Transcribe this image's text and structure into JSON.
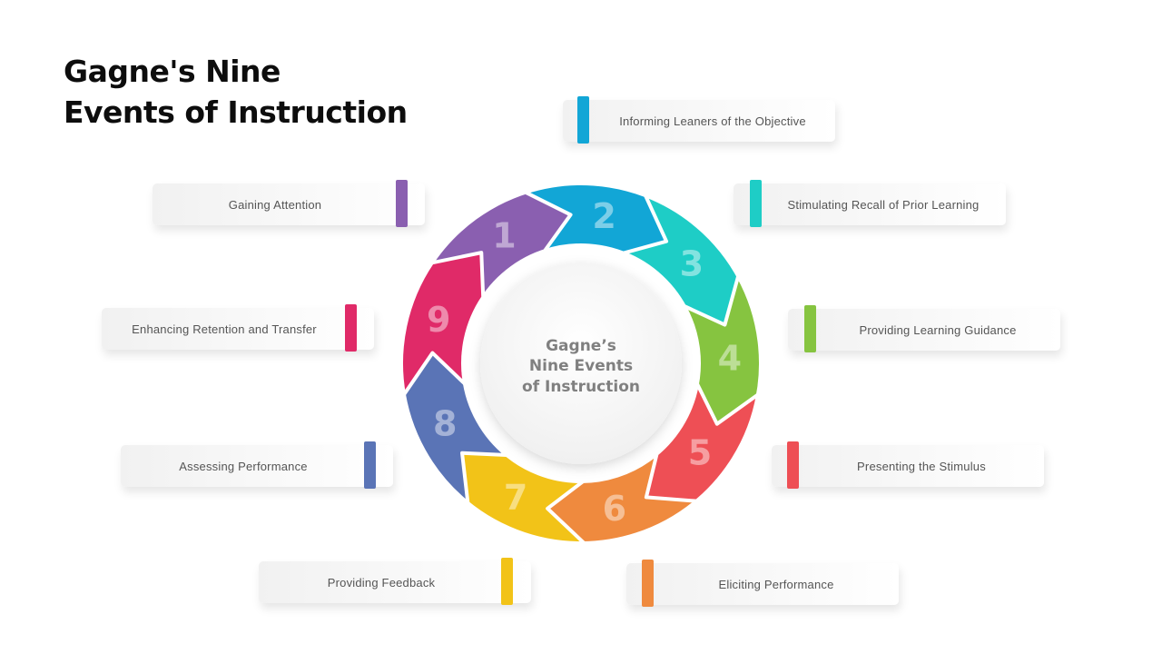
{
  "title": {
    "line1": "Gagne's Nine",
    "line2": "Events of Instruction"
  },
  "center": {
    "line1": "Gagne’s",
    "line2": "Nine Events",
    "line3": "of Instruction"
  },
  "events": [
    {
      "number": "1",
      "label": "Gaining Attention",
      "color": "#8a5fb0"
    },
    {
      "number": "2",
      "label": "Informing Leaners of the Objective",
      "color": "#12a6d6"
    },
    {
      "number": "3",
      "label": "Stimulating Recall of Prior Learning",
      "color": "#1ecdc6"
    },
    {
      "number": "4",
      "label": "Providing Learning Guidance",
      "color": "#86c440"
    },
    {
      "number": "5",
      "label": "Presenting the Stimulus",
      "color": "#ee4f55"
    },
    {
      "number": "6",
      "label": "Eliciting Performance",
      "color": "#ef8a3e"
    },
    {
      "number": "7",
      "label": "Providing Feedback",
      "color": "#f2c318"
    },
    {
      "number": "8",
      "label": "Assessing  Performance",
      "color": "#5a74b6"
    },
    {
      "number": "9",
      "label": "Enhancing Retention and Transfer",
      "color": "#e02a68"
    }
  ]
}
